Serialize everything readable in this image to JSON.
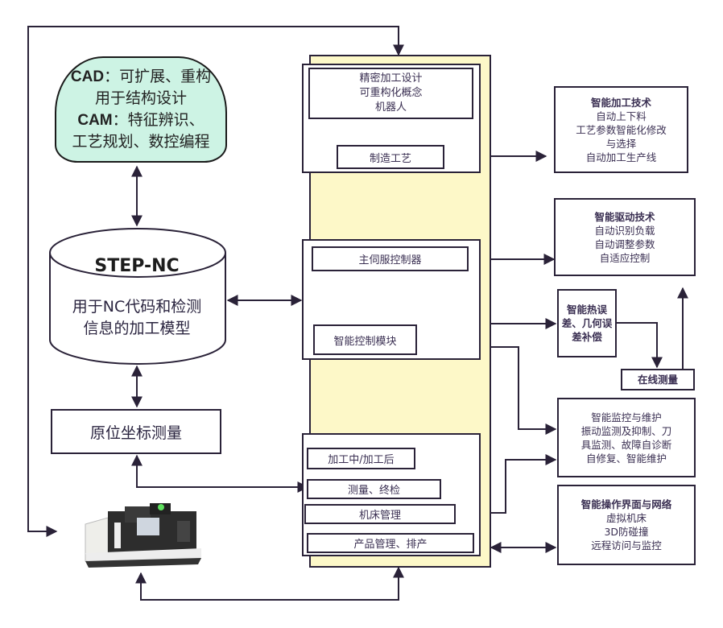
{
  "cad_cam": {
    "line1_prefix": "CAD",
    "line1_rest": "：可扩展、重构",
    "line2": "用于结构设计",
    "line3_prefix": "CAM",
    "line3_rest": "：特征辨识、",
    "line4": "工艺规划、数控编程"
  },
  "step_nc": {
    "title": "STEP-NC",
    "desc_line1": "用于NC代码和检测",
    "desc_line2": "信息的加工模型"
  },
  "in_situ": {
    "label": "原位坐标测量"
  },
  "machine": {
    "icon": "cnc-machine-icon"
  },
  "design_box": {
    "lines": [
      "精密加工设计",
      "可重构化概念",
      "机器人"
    ]
  },
  "process_box": {
    "label": "制造工艺"
  },
  "servo_box": {
    "label": "主伺服控制器"
  },
  "smart_ctrl_box": {
    "label": "智能控制模块"
  },
  "machining_box": {
    "label": "加工中/加工后"
  },
  "measure_box": {
    "label": "测量、终检"
  },
  "machine_mgmt_box": {
    "label": "机床管理"
  },
  "product_mgmt_box": {
    "label": "产品管理、排产"
  },
  "right": {
    "smart_machining": {
      "title": "智能加工技术",
      "lines": [
        "自动上下料",
        "工艺参数智能化修改",
        "与选择",
        "自动加工生产线"
      ]
    },
    "smart_drive": {
      "title": "智能驱动技术",
      "lines": [
        "自动识别负载",
        "自动调整参数",
        "自适应控制"
      ]
    },
    "thermal": {
      "lines": [
        "智能热误",
        "差、几何误",
        "差补偿"
      ]
    },
    "online_measure": {
      "label": "在线测量"
    },
    "monitoring": {
      "lines": [
        "智能监控与维护",
        "振动监测及抑制、刀",
        "具监测、故障自诊断",
        "自修复、智能维护"
      ]
    },
    "interface": {
      "title": "智能操作界面与网络",
      "lines": [
        "虚拟机床",
        "3D防碰撞",
        "远程访问与监控"
      ]
    }
  },
  "colors": {
    "line": "#2a2238",
    "cad_fill": "#cdf3e4",
    "panel_fill": "#fdf8c8"
  }
}
